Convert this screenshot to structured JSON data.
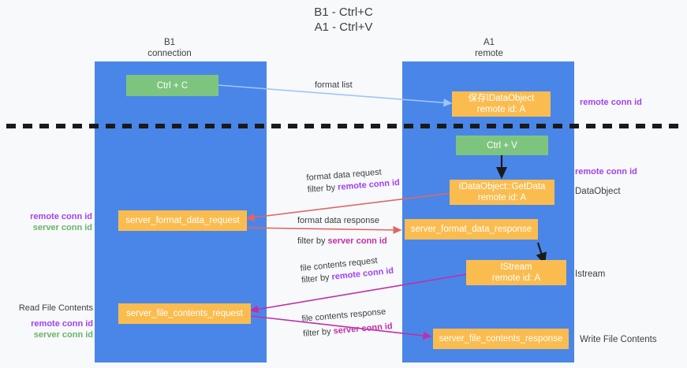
{
  "title": "B1 - Ctrl+C\nA1 - Ctrl+V",
  "columns": {
    "left": {
      "header": "B1\nconnection"
    },
    "right": {
      "header": "A1\nremote"
    }
  },
  "nodes": {
    "ctrl_c": {
      "label": "Ctrl + C",
      "color": "#7dc57f"
    },
    "save_idataobject": {
      "label": "保存IDataObject\nremote id: A",
      "color": "#fbbc4f"
    },
    "ctrl_v": {
      "label": "Ctrl + V",
      "color": "#7dc57f"
    },
    "getdata": {
      "label": "IDataObject::GetData\nremote id: A",
      "color": "#fbbc4f"
    },
    "server_format_data_request": {
      "label": "server_format_data_request",
      "color": "#fbbc4f"
    },
    "server_format_data_response": {
      "label": "server_format_data_response",
      "color": "#fbbc4f"
    },
    "istream": {
      "label": "IStream\nremote id: A",
      "color": "#fbbc4f"
    },
    "server_file_contents_request": {
      "label": "server_file_contents_request",
      "color": "#fbbc4f"
    },
    "server_file_contents_response": {
      "label": "server_file_contents_response",
      "color": "#fbbc4f"
    }
  },
  "edges": {
    "format_list": {
      "label": "format list",
      "color": "#9fc5f8"
    },
    "format_data_request": {
      "line1": "format data request",
      "line2_prefix": "filter by ",
      "line2_key": "remote conn id",
      "color": "#e06666"
    },
    "format_data_response": {
      "line1": "format data response",
      "line2_prefix": "filter by ",
      "line2_key": "server conn id",
      "color": "#e06666"
    },
    "file_contents_request": {
      "line1": "file contents request",
      "line2_prefix": "filter by ",
      "line2_key": "remote conn id",
      "color": "#c02fa8"
    },
    "file_contents_response": {
      "line1": "file contents response",
      "line2_prefix": "filter by ",
      "line2_key": "server conn id",
      "color": "#c02fa8"
    }
  },
  "left_labels": {
    "format_conn": {
      "line1": "remote conn id",
      "line2": "server conn id"
    },
    "file_contents": {
      "line0": "Read File Contents",
      "line1": "remote conn id",
      "line2": "server conn id"
    }
  },
  "right_labels": {
    "remote_conn_id_top": "remote conn id",
    "remote_conn_id_mid": "remote conn id",
    "dataobject": "DataObject",
    "istream": "Istream",
    "write_file_contents": "Write File Contents"
  },
  "colors": {
    "lane": "#4a86e8",
    "green_node": "#7dc57f",
    "orange_node": "#fbbc4f",
    "purple_key": "#a142f4",
    "green_key": "#69b36b",
    "red_edge": "#e06666",
    "magenta_edge": "#c02fa8",
    "light_blue_edge": "#9fc5f8",
    "divider": "#1a1a1a",
    "background": "#f8f9fa"
  }
}
